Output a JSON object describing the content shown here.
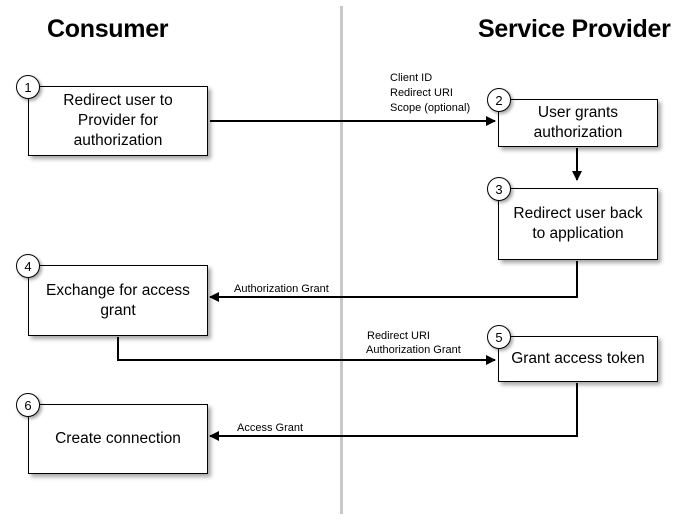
{
  "headings": {
    "consumer": "Consumer",
    "provider": "Service Provider"
  },
  "steps": [
    {
      "number": "1",
      "label": "Redirect user to\nProvider for\nauthorization"
    },
    {
      "number": "2",
      "label": "User grants\nauthorization"
    },
    {
      "number": "3",
      "label": "Redirect user back\nto application"
    },
    {
      "number": "4",
      "label": "Exchange for access\ngrant"
    },
    {
      "number": "5",
      "label": "Grant access token"
    },
    {
      "number": "6",
      "label": "Create connection"
    }
  ],
  "arrow_labels": {
    "to_provider": [
      "Client ID",
      "Redirect URI",
      "Scope (optional)"
    ],
    "authorization_grant": "Authorization Grant",
    "to_token": [
      "Redirect URI",
      "Authorization Grant"
    ],
    "access_grant": "Access Grant"
  }
}
